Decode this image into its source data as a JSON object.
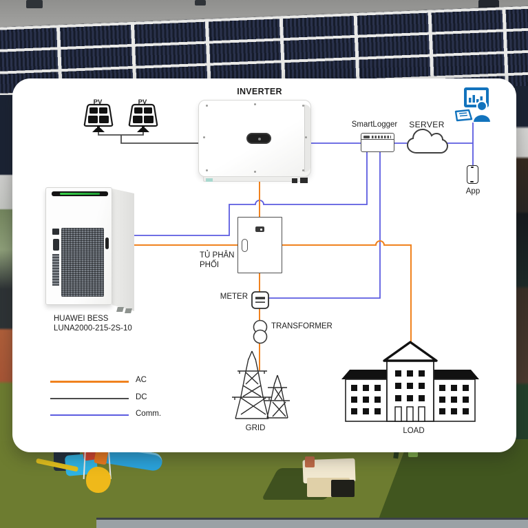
{
  "diagram": {
    "pv": {
      "label1": "PV",
      "label2": "PV"
    },
    "inverter": {
      "label": "INVERTER"
    },
    "smartlogger": {
      "label": "SmartLogger"
    },
    "server": {
      "label": "SERVER"
    },
    "app": {
      "label": "App"
    },
    "bess": {
      "line1": "HUAWEI BESS",
      "line2": "LUNA2000-215-2S-10"
    },
    "distribution": {
      "line1": "TỦ PHÂN",
      "line2": "PHỐI"
    },
    "meter": {
      "label": "METER"
    },
    "transformer": {
      "label": "TRANSFORMER"
    },
    "grid": {
      "label": "GRID"
    },
    "load": {
      "label": "LOAD"
    }
  },
  "legend": {
    "ac": {
      "label": "AC",
      "color": "#f0821e"
    },
    "dc": {
      "label": "DC",
      "color": "#4a4a4a"
    },
    "comm": {
      "label": "Comm.",
      "color": "#5b5be0"
    }
  },
  "colors": {
    "ac_line": "#f0821e",
    "dc_line": "#4a4a4a",
    "comm_line": "#5b5be0",
    "monitoring_icon_blue": "#1273bd"
  }
}
